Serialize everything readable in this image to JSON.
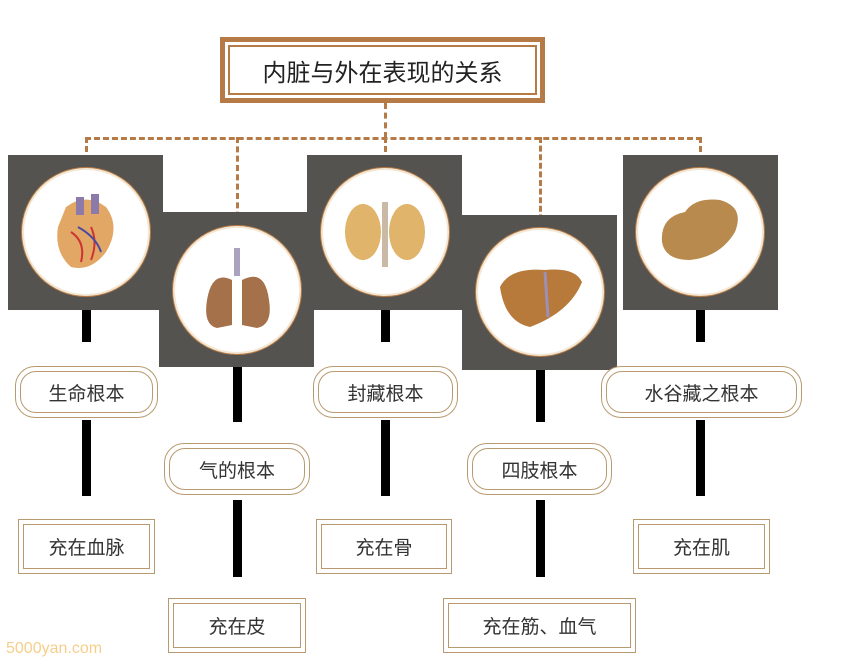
{
  "title": "内脏与外在表现的关系",
  "accent_color": "#b57a45",
  "organs": [
    {
      "icon": "heart-icon",
      "role": "生命根本",
      "manifest": "充在血脉"
    },
    {
      "icon": "lungs-icon",
      "role": "气的根本",
      "manifest": "充在皮"
    },
    {
      "icon": "kidneys-icon",
      "role": "封藏根本",
      "manifest": "充在骨"
    },
    {
      "icon": "liver-icon",
      "role": "四肢根本",
      "manifest": "充在筋、血气"
    },
    {
      "icon": "spleen-icon",
      "role": "水谷藏之根本",
      "manifest": "充在肌"
    }
  ],
  "watermark": "5000yan.com"
}
